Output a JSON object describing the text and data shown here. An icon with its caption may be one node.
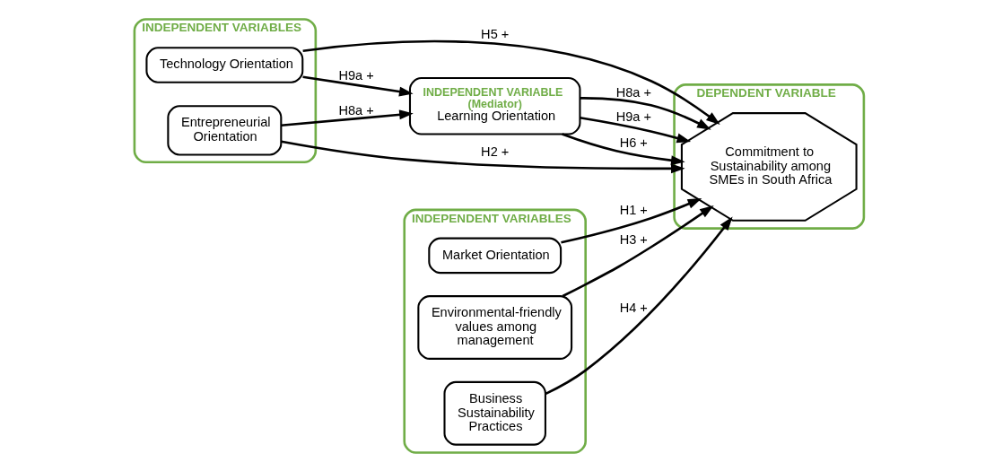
{
  "diagram": {
    "nodes": [
      {
        "text": [
          "INDEPENDENT VARIABLES"
        ]
      },
      {
        "text": [
          "Technology Orientation"
        ],
        "in": 0
      },
      {
        "text": [
          "Entrepreneurial Orientation"
        ],
        "in": 0
      },
      {
        "text": [
          "INDEPENDENT VARIABLE (Mediator)",
          "Learning Orientation"
        ]
      },
      {
        "text": [
          "DEPENDENT VARIABLE"
        ]
      },
      {
        "text": [
          "Commitment to Sustainability among SMEs in South Africa"
        ],
        "in": 4
      },
      {
        "text": [
          "INDEPENDENT VARIABLES"
        ]
      },
      {
        "text": [
          "Market Orientation"
        ],
        "in": 6
      },
      {
        "text": [
          "Environmental-friendly values among management"
        ],
        "in": 6
      },
      {
        "text": [
          "Business Sustainability Practices"
        ],
        "in": 6
      }
    ],
    "edges": [
      {
        "from": 1,
        "to": 5,
        "arrow": "to",
        "label": "H5 +"
      },
      {
        "from": 1,
        "to": 3,
        "arrow": "to",
        "label": "H9a +"
      },
      {
        "from": 3,
        "to": 5,
        "arrow": "to",
        "label": "H9a +"
      },
      {
        "from": 3,
        "to": 5,
        "arrow": "to",
        "label": "H6 +"
      },
      {
        "from": 3,
        "to": 5,
        "arrow": "to",
        "label": "H8a +"
      },
      {
        "from": 2,
        "to": 3,
        "arrow": "to",
        "label": "H8a +"
      },
      {
        "from": 2,
        "to": 5,
        "arrow": "to",
        "label": "H2 +"
      },
      {
        "from": 7,
        "to": 5,
        "arrow": "to",
        "label": "H1 +"
      },
      {
        "from": 8,
        "to": 5,
        "arrow": "to",
        "label": "H3 +"
      },
      {
        "from": 9,
        "to": 5,
        "arrow": "to",
        "label": "H4 +"
      }
    ]
  }
}
